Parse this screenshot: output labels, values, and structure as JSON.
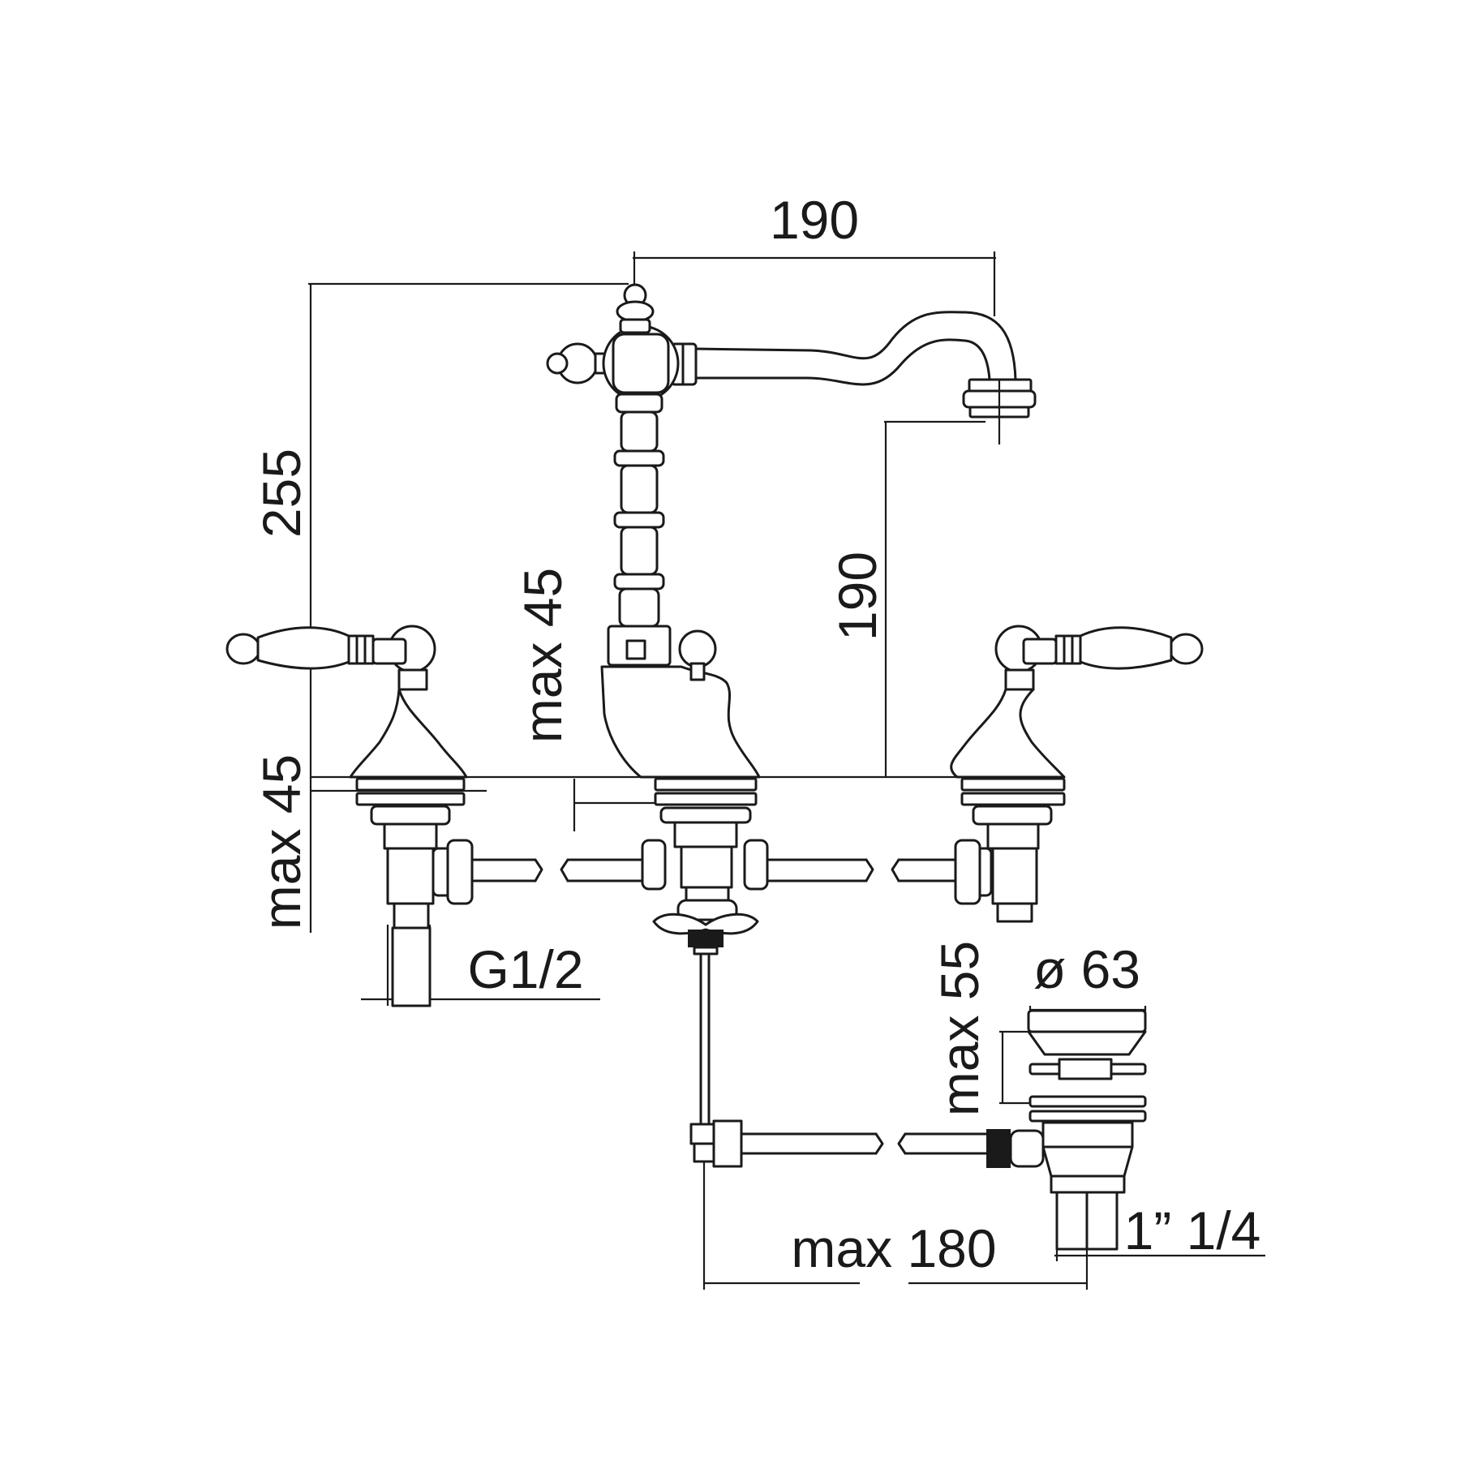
{
  "dimensions": {
    "spout_reach": "190",
    "overall_height": "255",
    "spout_height": "190",
    "deck_thickness_center": "max 45",
    "deck_thickness_left": "max 45",
    "inlet_thread": "G1/2",
    "waste_diameter": "ø 63",
    "waste_thickness": "max 55",
    "waste_thread": "1” 1/4",
    "rod_length": "max 180"
  },
  "colors": {
    "line": "#1a1a1a",
    "background": "#ffffff"
  }
}
